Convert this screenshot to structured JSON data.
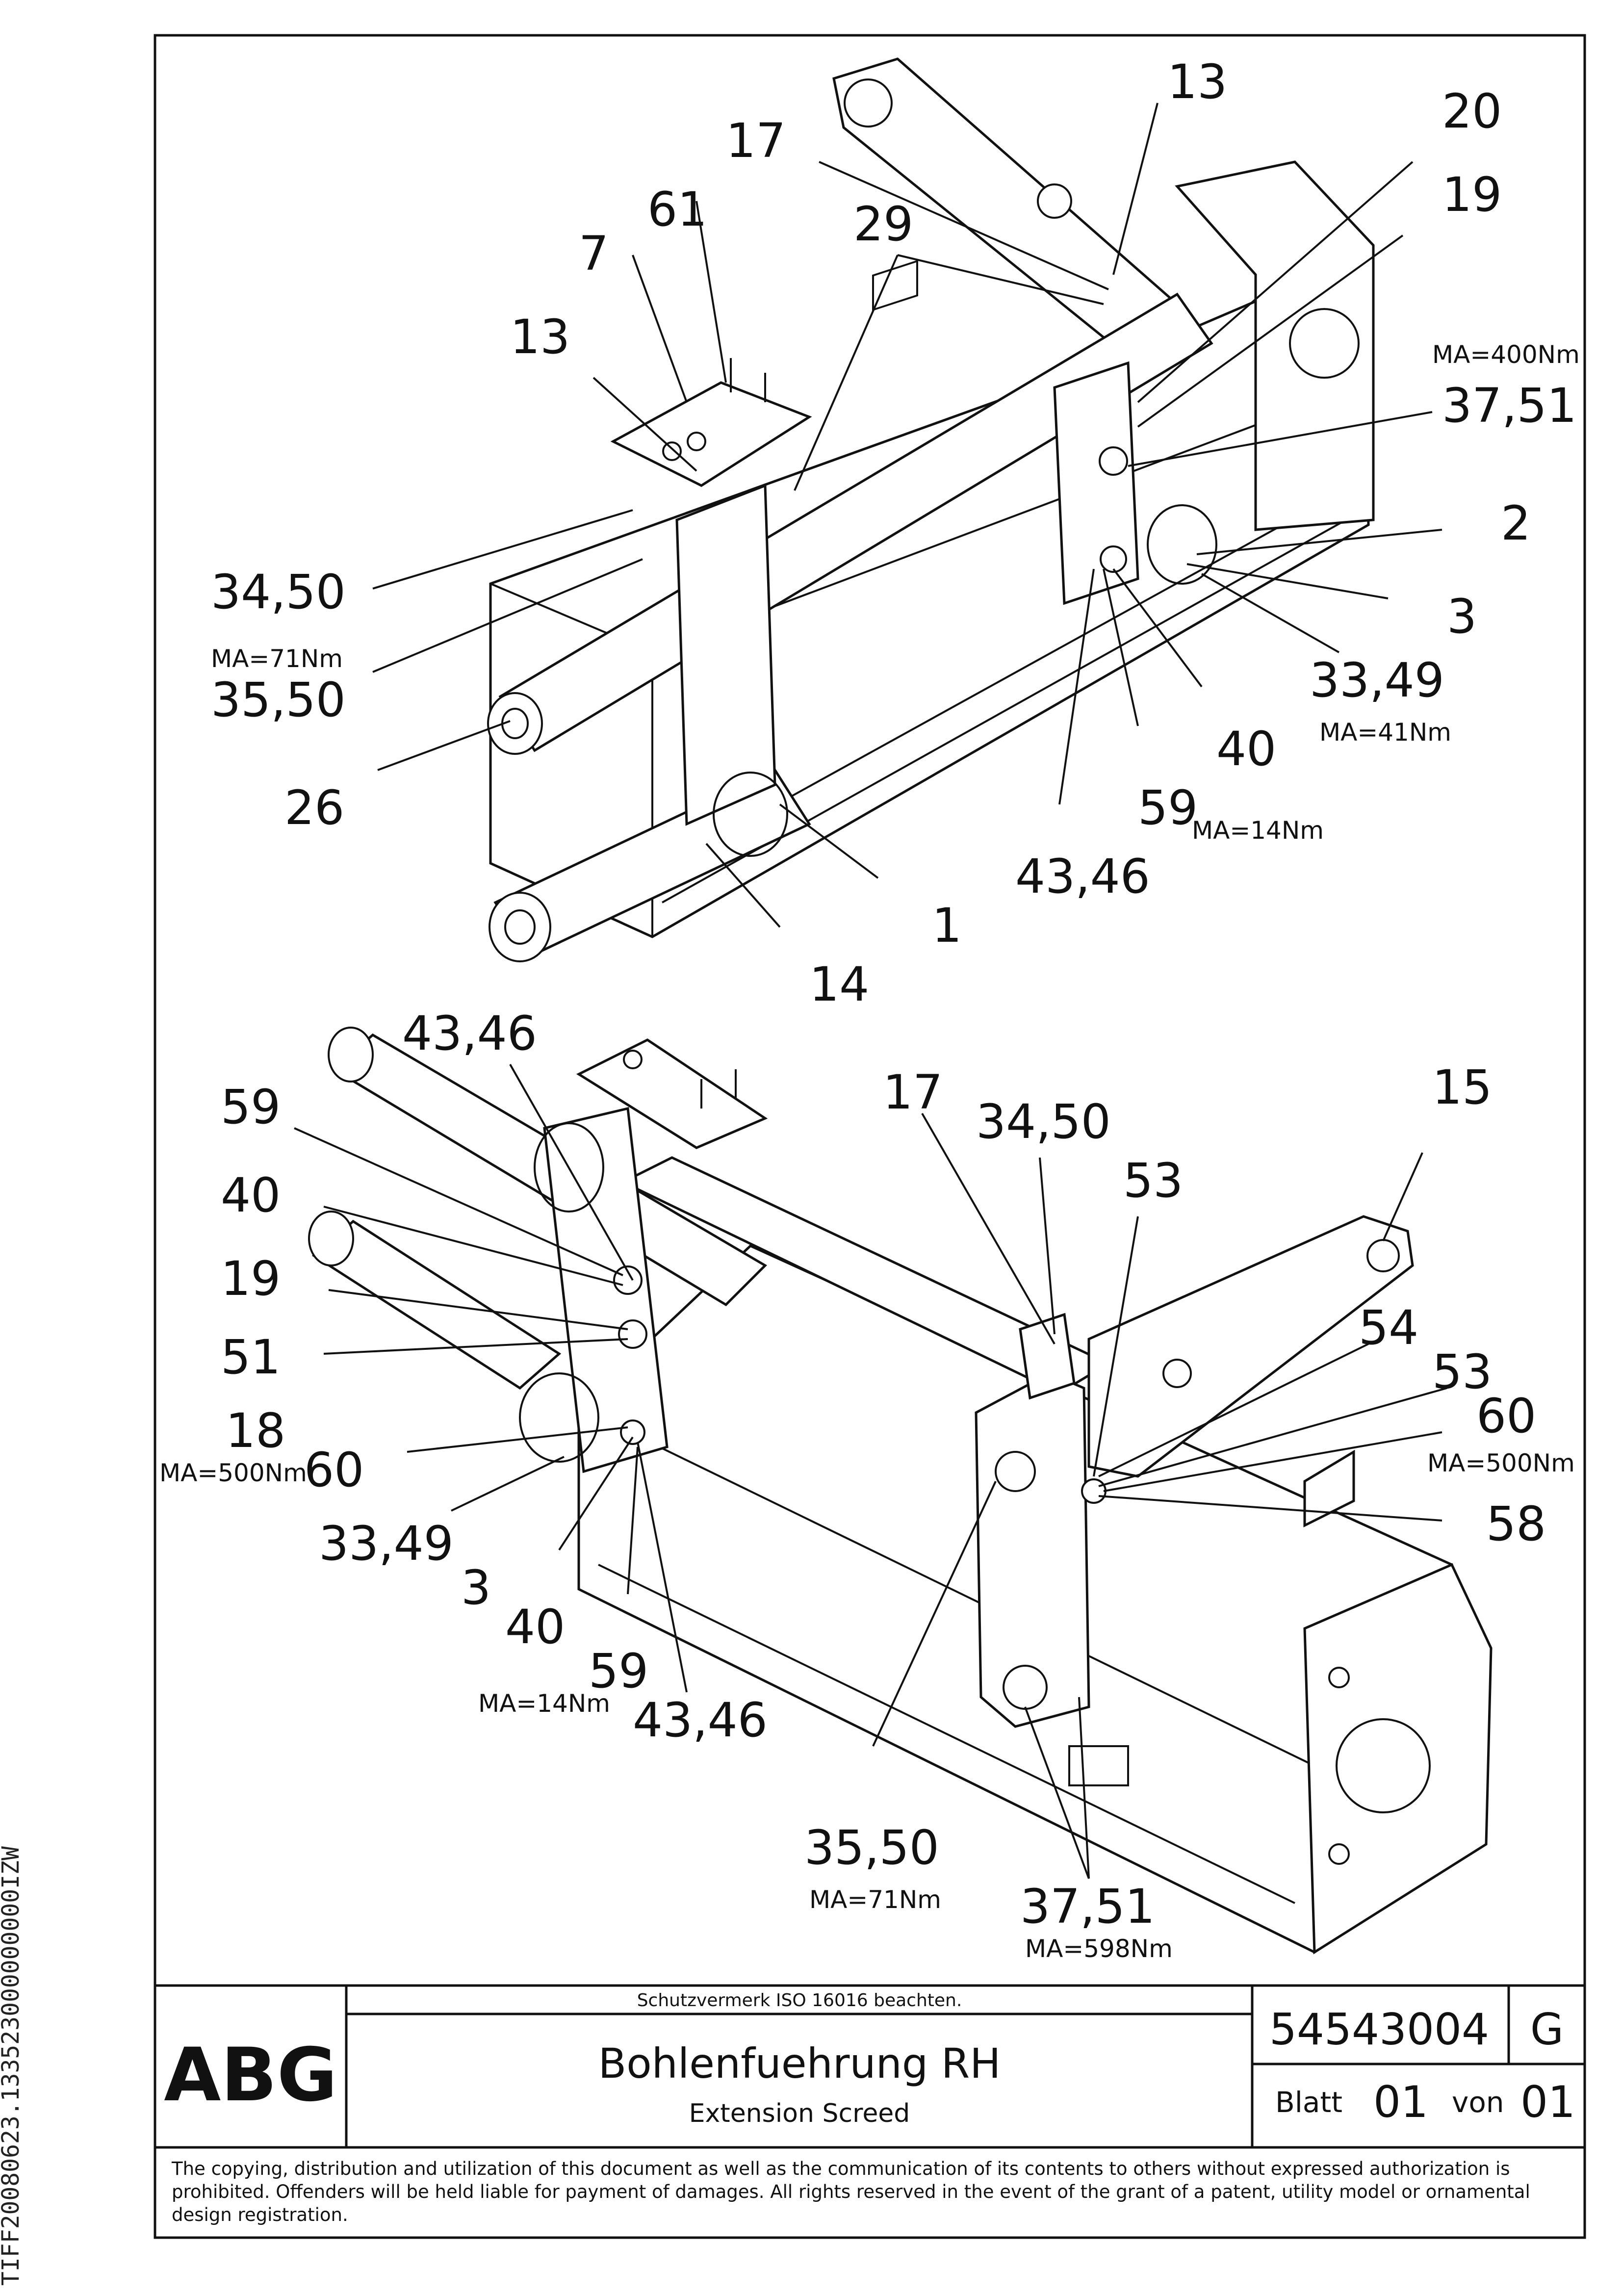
{
  "side_code": "TIFF20080623.133523000000000IZW",
  "views": {
    "top_view": {
      "callouts": [
        {
          "label": "13"
        },
        {
          "label": "20"
        },
        {
          "label": "17"
        },
        {
          "label": "19"
        },
        {
          "label": "61"
        },
        {
          "label": "29"
        },
        {
          "label": "7"
        },
        {
          "label": "13"
        },
        {
          "label": "37,51"
        },
        {
          "label": "2"
        },
        {
          "label": "34,50"
        },
        {
          "label": "35,50"
        },
        {
          "label": "3"
        },
        {
          "label": "33,49"
        },
        {
          "label": "40"
        },
        {
          "label": "26"
        },
        {
          "label": "59"
        },
        {
          "label": "43,46"
        },
        {
          "label": "1"
        },
        {
          "label": "14"
        }
      ],
      "torques": [
        "MA=400Nm",
        "MA=71Nm",
        "MA=41Nm",
        "MA=14Nm"
      ]
    },
    "bottom_view": {
      "callouts": [
        {
          "label": "43,46"
        },
        {
          "label": "17"
        },
        {
          "label": "15"
        },
        {
          "label": "59"
        },
        {
          "label": "34,50"
        },
        {
          "label": "53"
        },
        {
          "label": "40"
        },
        {
          "label": "19"
        },
        {
          "label": "54"
        },
        {
          "label": "51"
        },
        {
          "label": "53"
        },
        {
          "label": "18"
        },
        {
          "label": "60"
        },
        {
          "label": "60"
        },
        {
          "label": "58"
        },
        {
          "label": "33,49"
        },
        {
          "label": "3"
        },
        {
          "label": "40"
        },
        {
          "label": "59"
        },
        {
          "label": "43,46"
        },
        {
          "label": "35,50"
        },
        {
          "label": "37,51"
        }
      ],
      "torques": [
        "MA=500Nm",
        "MA=500Nm",
        "MA=14Nm",
        "MA=71Nm",
        "MA=598Nm"
      ]
    }
  },
  "title_block": {
    "logo": "ABG",
    "protection_note": "Schutzvermerk ISO 16016 beachten.",
    "title": "Bohlenfuehrung RH",
    "subtitle": "Extension Screed",
    "drawing_number": "54543004",
    "revision": "G",
    "sheet_label": "Blatt",
    "sheet_number": "01",
    "of_label": "von",
    "sheet_total": "01"
  },
  "copyright_notice": "The copying, distribution and utilization of this document as well as the communication of its contents to others without expressed authorization is prohibited. Offenders will be held liable for payment of damages. All rights reserved in the event of the grant of a patent, utility model or ornamental design registration."
}
